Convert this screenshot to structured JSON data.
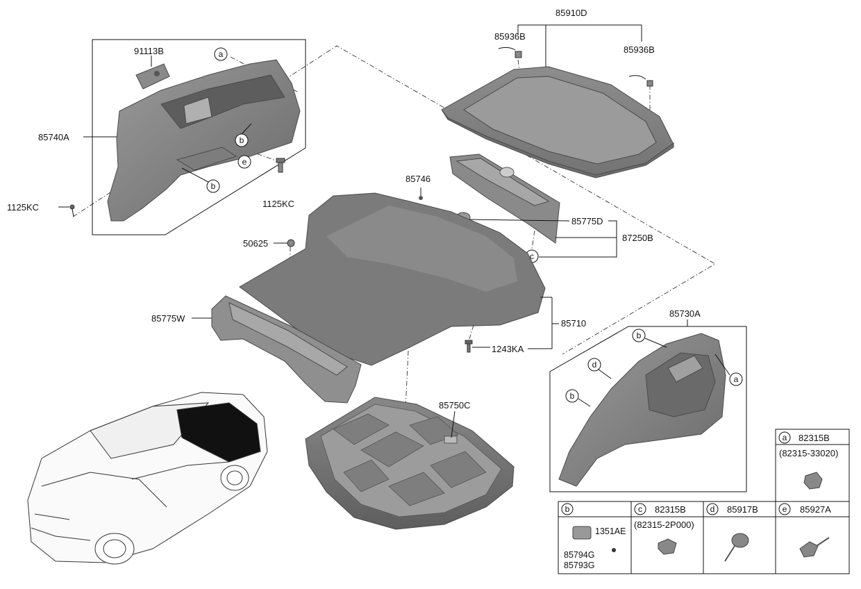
{
  "parts": {
    "p85910D": "85910D",
    "p85936B_left": "85936B",
    "p85936B_right": "85936B",
    "p91113B": "91113B",
    "p85740A": "85740A",
    "p1125KC_left": "1125KC",
    "p1125KC_mid": "1125KC",
    "p85746": "85746",
    "p85775D": "85775D",
    "p87250B": "87250B",
    "p50625": "50625",
    "p85775W": "85775W",
    "p85710": "85710",
    "p1243KA": "1243KA",
    "p85730A": "85730A",
    "p85750C": "85750C"
  },
  "callouts": {
    "a": "a",
    "b": "b",
    "c": "c",
    "d": "d",
    "e": "e"
  },
  "legend": {
    "a": {
      "letter": "a",
      "part": "82315B",
      "alt": "(82315-33020)"
    },
    "b": {
      "letter": "b",
      "part_1351": "1351AE",
      "part_a": "85794G",
      "part_b": "85793G"
    },
    "c": {
      "letter": "c",
      "part": "82315B",
      "alt": "(82315-2P000)"
    },
    "d": {
      "letter": "d",
      "part": "85917B"
    },
    "e": {
      "letter": "e",
      "part": "85927A"
    }
  }
}
